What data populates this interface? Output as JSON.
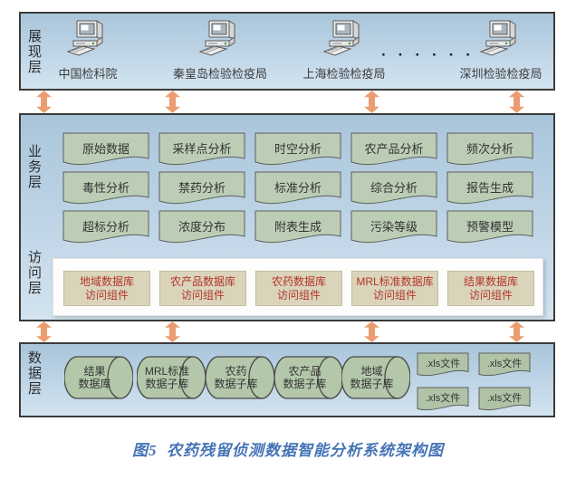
{
  "figure": {
    "caption": "图5  农药残留侦测数据智能分析系统架构图"
  },
  "colors": {
    "layer_fill_top": "#a9c5da",
    "layer_fill_bottom": "#d3e4f0",
    "layer_border": "#3b3b3b",
    "arrow": "#eb9d71",
    "business_shape_fill": "#bccdb5",
    "cylinder_fill": "#b3c7aa",
    "access_box_fill": "#d9d4ba",
    "access_text": "#b5342c",
    "caption_text": "#4574b6"
  },
  "presentation": {
    "label": "展现层",
    "nodes": [
      "中国检科院",
      "秦皇岛检验检疫局",
      "上海检验检疫局",
      "深圳检验检疫局"
    ],
    "dots": "······"
  },
  "business": {
    "label": "业务层",
    "rows": [
      [
        "原始数据",
        "采样点分析",
        "时空分析",
        "农产品分析",
        "频次分析"
      ],
      [
        "毒性分析",
        "禁药分析",
        "标准分析",
        "综合分析",
        "报告生成"
      ],
      [
        "超标分析",
        "浓度分布",
        "附表生成",
        "污染等级",
        "预警模型"
      ]
    ]
  },
  "access": {
    "label": "访问层",
    "components": [
      "地域数据库\n访问组件",
      "农产品数据库\n访问组件",
      "农药数据库\n访问组件",
      "MRL标准数据库\n访问组件",
      "结果数据库\n访问组件"
    ]
  },
  "data_layer": {
    "label": "数据层",
    "databases": [
      "结果\n数据库",
      "MRL标准\n数据子库",
      "农药\n数据子库",
      "农产品\n数据子库",
      "地域\n数据子库"
    ],
    "files": [
      ".xls文件",
      ".xls文件",
      ".xls文件",
      ".xls文件"
    ]
  }
}
